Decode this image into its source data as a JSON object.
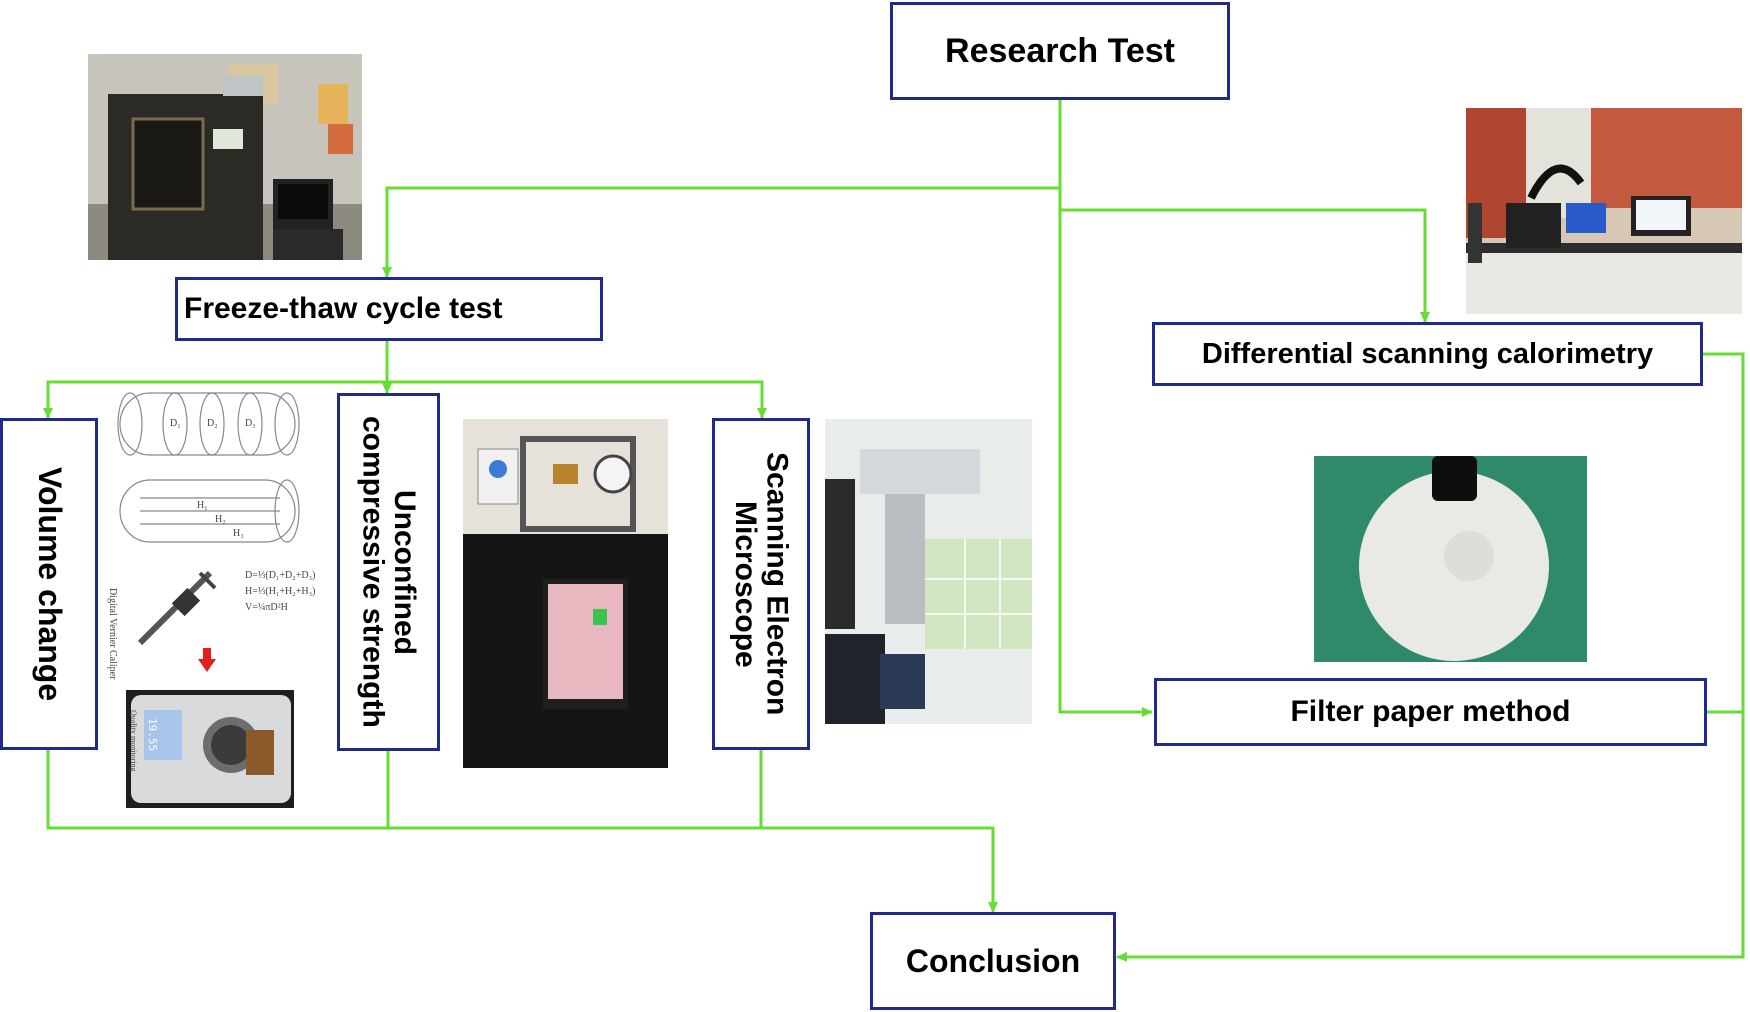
{
  "colors": {
    "arrow": "#66dd33",
    "box_border": "#1f2a8c"
  },
  "nodes": {
    "research_test": "Research Test",
    "freeze_thaw": "Freeze-thaw cycle test",
    "volume_change": "Volume change",
    "ucs": "Unconfined compressive strength",
    "sem": "Scanning Electron Microscope",
    "dsc": "Differential scanning calorimetry",
    "filter_paper": "Filter paper method",
    "conclusion": "Conclusion"
  },
  "volume_sketch": {
    "diameters": [
      "D₁",
      "D₂",
      "D₃"
    ],
    "heights": [
      "H₁",
      "H₂",
      "H₃"
    ],
    "formulas": [
      "D=⅓(D₁+D₂+D₃)",
      "H=⅓(H₁+H₂+H₃)",
      "V=¼πD²H"
    ],
    "caliper_label": "Digital Vernier Caliper",
    "scale_label": "Quality monitoring",
    "scale_reading": "19.55"
  },
  "icons": [
    "freeze-thaw-chamber-photo",
    "dsc-instrument-photo",
    "ucs-apparatus-photo",
    "sem-photo",
    "filter-paper-photo",
    "caliper-icon",
    "balance-scale-photo",
    "down-arrow-icon"
  ]
}
